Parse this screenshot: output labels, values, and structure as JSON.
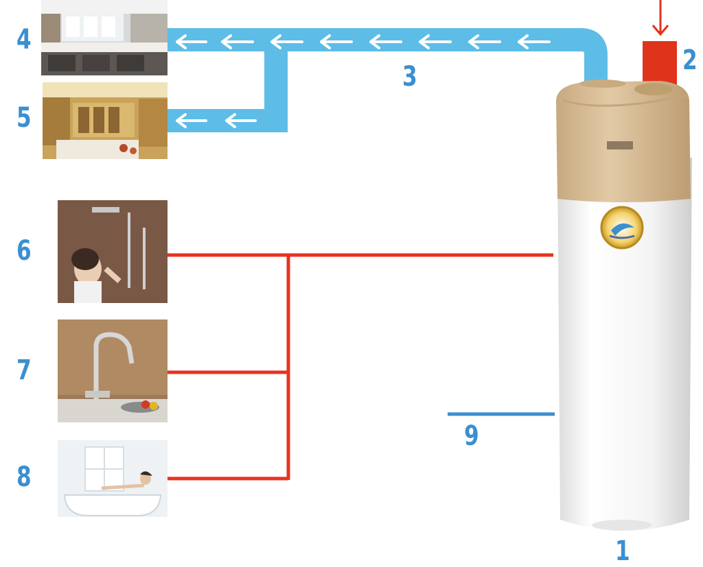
{
  "labels": {
    "heater": "1",
    "inlet": "2",
    "pipe": "3",
    "kitchen": "4",
    "living": "5",
    "shower": "6",
    "faucet": "7",
    "bath": "8",
    "cold": "9"
  },
  "colors": {
    "label_blue": "#3b8fd0",
    "loop_pipe": "#5dbde6",
    "arrow": "#ffffff",
    "hot_line": "#e8321f",
    "cold_line": "#3b8fd0",
    "inlet_block": "#e0331b",
    "tank_cap": "#d9bf9a",
    "tank_body": "#f7f7f7"
  },
  "icons": {
    "heater": "heat-pump-water-heater-icon",
    "badge": "brand-badge-icon"
  }
}
